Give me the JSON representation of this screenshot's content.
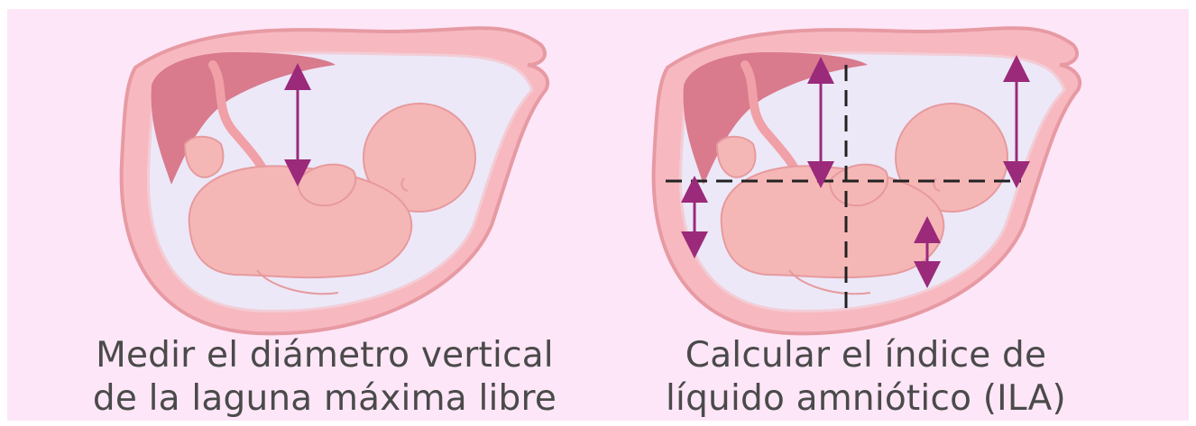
{
  "diagram": {
    "colors": {
      "background": "#fde6f7",
      "uterus_wall": "#f7b9bf",
      "uterus_outline": "#e79aa3",
      "placenta": "#d97a8d",
      "amniotic_fluid": "#ece8f8",
      "fetus": "#f5b7b6",
      "fetus_outline": "#e69a9e",
      "arrow": "#9b2a7a",
      "dashed_line": "#222222",
      "caption_text": "#4a4a4a"
    },
    "panels": [
      {
        "id": "single-deepest-pocket",
        "caption_line1": "Medir el diámetro vertical",
        "caption_line2": "de la laguna máxima libre",
        "arrow_count": 1
      },
      {
        "id": "amniotic-fluid-index",
        "caption_line1": "Calcular el índice de",
        "caption_line2": "líquido amniótico (ILA)",
        "arrow_count": 4
      }
    ]
  }
}
